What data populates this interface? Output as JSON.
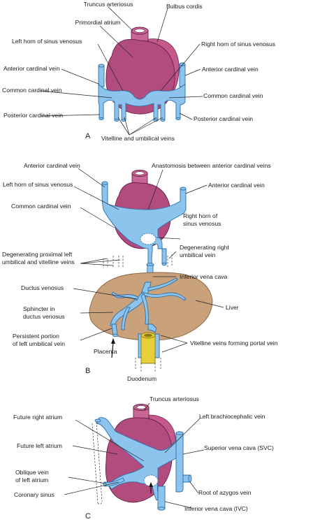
{
  "panel_a": {
    "letter": "A",
    "labels": {
      "truncus": "Truncus arteriosus",
      "bulbus": "Bulbus cordis",
      "primordial_atrium": "Primordial atrium",
      "left_horn": "Left horn of sinus venosus",
      "right_horn": "Right horn of sinus venosus",
      "anterior_left": "Anterior cardinal vein",
      "anterior_right": "Anterior cardinal vein",
      "common_left": "Common cardinal vein",
      "common_right": "Common cardinal vein",
      "posterior_left": "Posterior cardinal vein",
      "posterior_right": "Posterior cardinal vein",
      "vitelline": "Vitelline and umbilical veins"
    }
  },
  "panel_b": {
    "letter": "B",
    "labels": {
      "anterior_left": "Anterior cardinal vein",
      "anastomosis": "Anastomosis between anterior cardinal veins",
      "left_horn": "Left horn of sinus venosus",
      "anterior_right": "Anterior cardinal vein",
      "common": "Common cardinal vein",
      "right_horn_1": "Right horn of",
      "right_horn_2": "sinus venosus",
      "degen_left_1": "Degenerating proximal left",
      "degen_left_2": "umbilical and vitelline veins",
      "degen_right_1": "Degenerating right",
      "degen_right_2": "umbilical vein",
      "ivc": "Inferior vena cava",
      "ductus": "Ductus venosus",
      "liver": "Liver",
      "sphincter_1": "Sphincter in",
      "sphincter_2": "ductus venosus",
      "persistent_1": "Persistent portion",
      "persistent_2": "of left umbilical vein",
      "placenta": "Placenta",
      "portal": "Vitelline veins forming portal vein",
      "duodenum": "Duodenum"
    }
  },
  "panel_c": {
    "letter": "C",
    "labels": {
      "truncus": "Truncus arteriosus",
      "future_right": "Future right atrium",
      "brachio": "Left brachiocephalic vein",
      "future_left": "Future left atrium",
      "svc": "Superior vena cava (SVC)",
      "oblique_1": "Oblique vein",
      "oblique_2": "of left atrium",
      "coronary": "Coronary sinus",
      "azygos": "Root of azygos vein",
      "ivc": "Inferior vena cava (IVC)"
    }
  },
  "colors": {
    "vein": "#8cc4ee",
    "heart": "#b24c7e",
    "liver": "#c9a27c",
    "duodenum": "#e7cf3a"
  }
}
